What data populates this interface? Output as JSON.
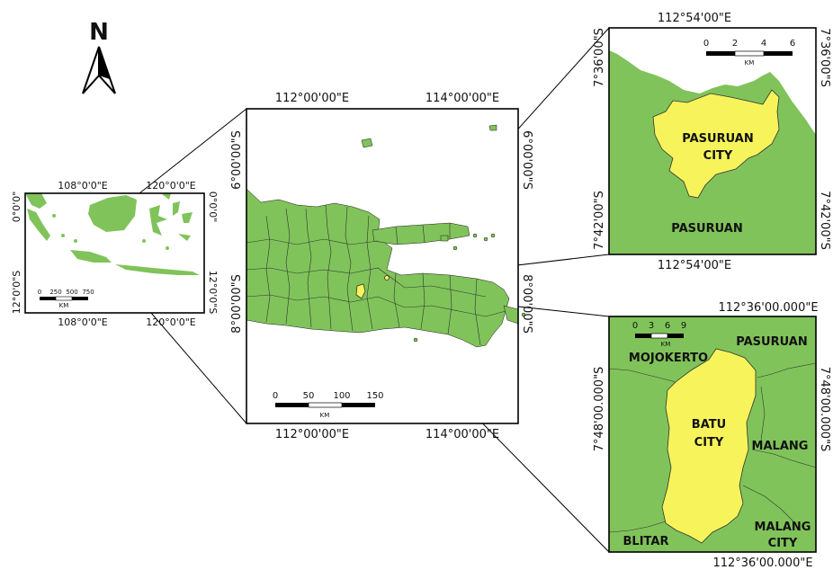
{
  "north_arrow": {
    "label": "N",
    "icon": "north-arrow-icon"
  },
  "colors": {
    "land": "#80c35a",
    "highlight": "#f6f45a",
    "frame": "#000000"
  },
  "indonesia_map": {
    "top_left_lon": "108°0'0\"E",
    "top_right_lon": "120°0'0\"E",
    "bottom_left_lon": "108°0'0\"E",
    "bottom_right_lon": "120°0'0\"E",
    "left_top_lat": "0°0'0\"",
    "left_bottom_lat": "12°0'0\"S",
    "right_top_lat": "0°0'0\"",
    "right_bottom_lat": "12°0'0\"S",
    "scalebar": {
      "ticks": [
        "0",
        "250",
        "500",
        "750"
      ],
      "unit": "KM"
    }
  },
  "east_java_map": {
    "top_left_lon": "112°00'00\"E",
    "top_right_lon": "114°00'00\"E",
    "bottom_left_lon": "112°00'00\"E",
    "bottom_right_lon": "114°00'00\"E",
    "left_top_lat": "6°00'00\"S",
    "left_bottom_lat": "8°00'00\"S",
    "right_top_lat": "6°00'00\"S",
    "right_bottom_lat": "8°00'00\"S",
    "scalebar": {
      "ticks": [
        "0",
        "50",
        "100",
        "150"
      ],
      "unit": "KM"
    }
  },
  "pasuruan_map": {
    "top_lon": "112°54'00\"E",
    "bottom_lon": "112°54'00\"E",
    "left_top_lat": "7°36'00\"S",
    "left_bottom_lat": "7°42'00\"S",
    "right_top_lat": "7°36'00\"S",
    "right_bottom_lat": "7°42'00\"S",
    "city_label_1": "PASURUAN",
    "city_label_2": "CITY",
    "region_label": "PASURUAN",
    "scalebar": {
      "ticks": [
        "0",
        "2",
        "4",
        "6"
      ],
      "unit": "KM"
    }
  },
  "batu_map": {
    "top_lon": "112°36'00.000\"E",
    "bottom_lon": "112°36'00.000\"E",
    "left_lat": "7°48'00.000\"S",
    "right_lat": "7°48'00.000\"S",
    "city_label_1": "BATU",
    "city_label_2": "CITY",
    "regions": {
      "mojokerto": "MOJOKERTO",
      "pasuruan": "PASURUAN",
      "malang": "MALANG",
      "malang_city_1": "MALANG",
      "malang_city_2": "CITY",
      "blitar": "BLITAR"
    },
    "scalebar": {
      "ticks": [
        "0",
        "3",
        "6",
        "9"
      ],
      "unit": "KM"
    }
  }
}
